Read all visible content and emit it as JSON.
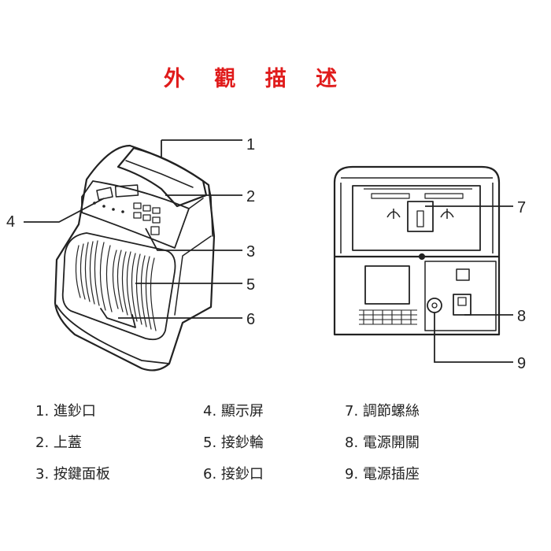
{
  "title": "外 觀 描 述",
  "colors": {
    "title": "#e01b1b",
    "line": "#222222"
  },
  "callouts": [
    "1",
    "2",
    "3",
    "4",
    "5",
    "6",
    "7",
    "8",
    "9"
  ],
  "legend": [
    {
      "text": "1. 進鈔口"
    },
    {
      "text": "2. 上蓋"
    },
    {
      "text": "3. 按鍵面板"
    },
    {
      "text": "4. 顯示屏"
    },
    {
      "text": "5. 接鈔輪"
    },
    {
      "text": "6. 接鈔口"
    },
    {
      "text": "7. 調節螺絲"
    },
    {
      "text": "8. 電源開關"
    },
    {
      "text": "9. 電源插座"
    }
  ]
}
